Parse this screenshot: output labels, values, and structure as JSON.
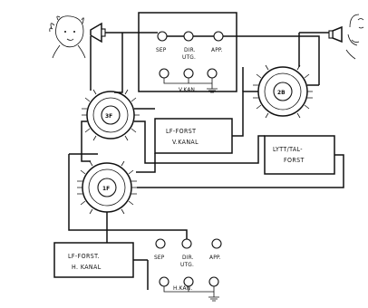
{
  "labels": {
    "sep_top": "SEP",
    "dir_top_1": "DIR.",
    "dir_top_2": "UTG.",
    "app_top": "APP.",
    "vkan": "V.KAN.",
    "sep_bot": "SEP",
    "dir_bot_1": "DIR.",
    "dir_bot_2": "UTG.",
    "app_bot": "APP.",
    "hkan": "H.KAN.",
    "lf_v_1": "LF-FORST",
    "lf_v_2": "V.KANAL",
    "lytt_1": "LYTT/TAL-",
    "lytt_2": "FORST",
    "lf_h_1": "LF-FORST.",
    "lf_h_2": "H. KANAL",
    "sw_3f": "3F",
    "sw_1f": "1F",
    "sw_2b": "2B"
  }
}
